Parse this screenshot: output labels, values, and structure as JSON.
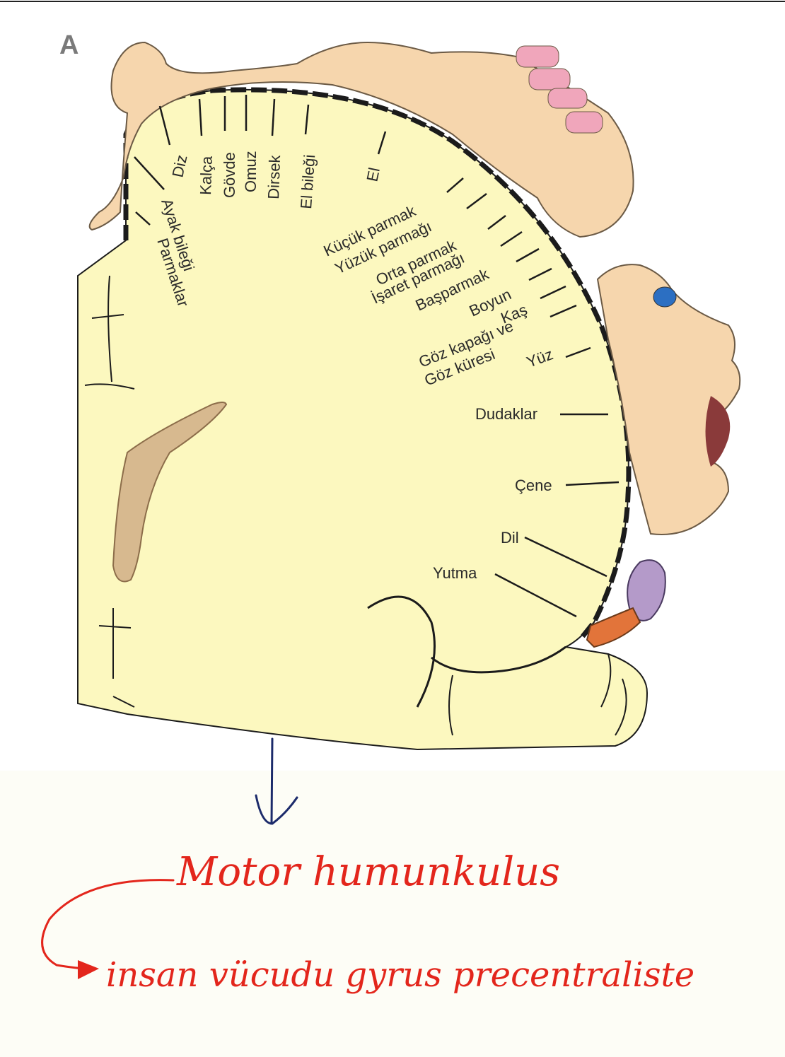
{
  "figure": {
    "panel_letter": "A",
    "labels": {
      "diz": "Diz",
      "kalca": "Kalça",
      "govde": "Gövde",
      "omuz": "Omuz",
      "dirsek": "Dirsek",
      "el_bilegi": "El bileǧi",
      "el": "El",
      "ayak_bilegi": "Ayak bileǧi",
      "parmaklar": "Parmaklar",
      "kucuk_parmak": "Küçük parmak",
      "yuzuk_parmagi": "Yüzük parmaǧı",
      "orta_parmak": "Orta parmak",
      "isaret_parmagi": "İşaret parmaǧı",
      "basparmak": "Başparmak",
      "boyun": "Boyun",
      "kas": "Kaş",
      "goz_kapagi_ve": "Göz kapaǧı ve",
      "goz_kuresi": "Göz küresi",
      "yuz": "Yüz",
      "dudaklar": "Dudaklar",
      "cene": "Çene",
      "dil": "Dil",
      "yutma": "Yutma"
    }
  },
  "annotation": {
    "title": "Motor humunkulus",
    "note": "insan vücudu gyrus precentraliste"
  },
  "colors": {
    "brain_fill": "#fcf8bf",
    "skin": "#f6d6ad",
    "nails": "#f0a6bb",
    "tongue_purple": "#b49ac9",
    "orange": "#e2743a",
    "gray_matter": "#d7b98f",
    "annotation_red": "#e3261c",
    "annotation_blue": "#1c2b6b",
    "paper": "#fdfdf6"
  }
}
